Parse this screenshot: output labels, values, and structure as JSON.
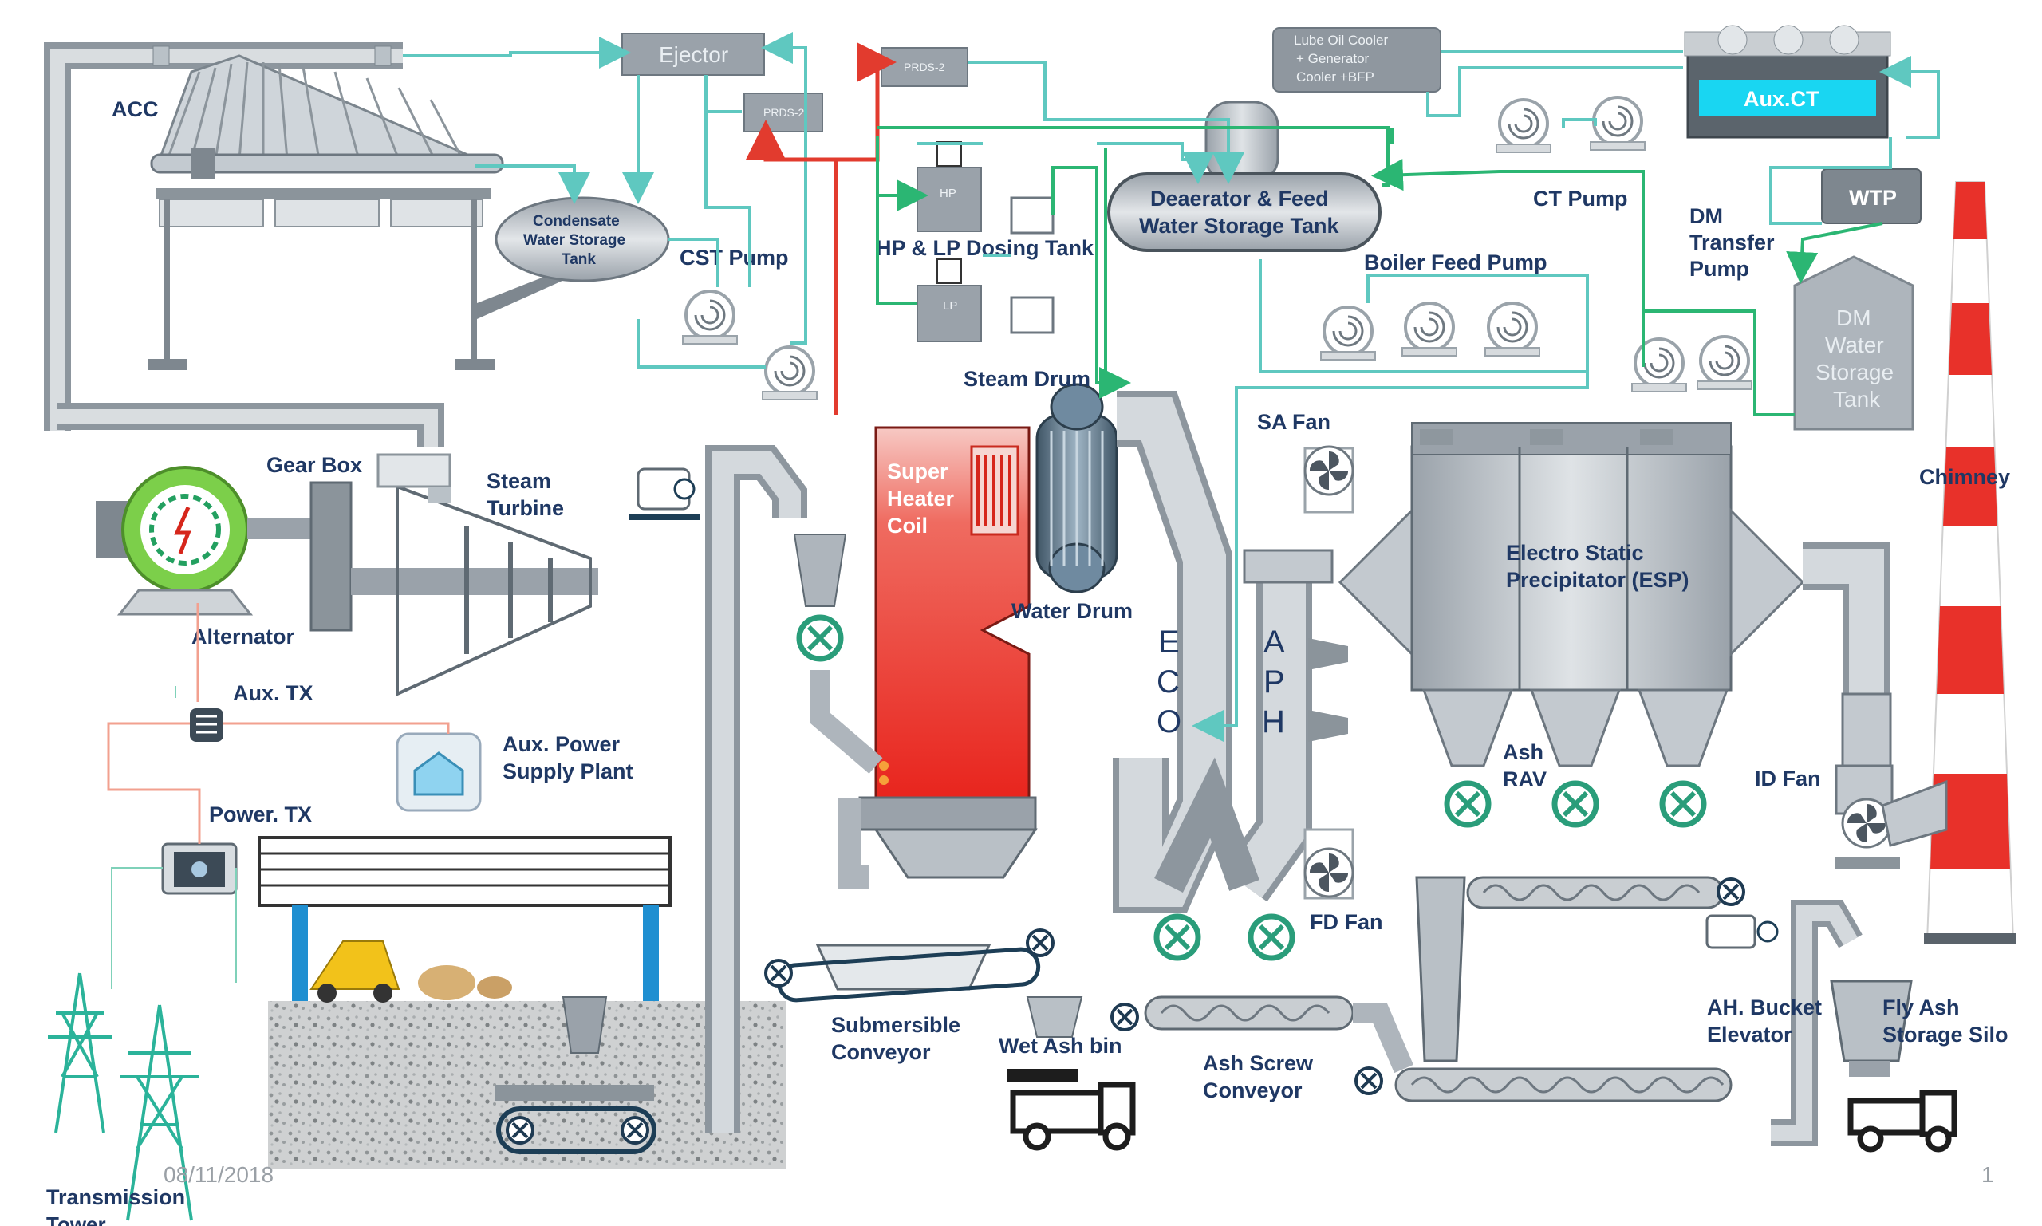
{
  "labels": {
    "acc": "ACC",
    "ejector": "Ejector",
    "prds_1": "PRDS-2",
    "prds_2": "PRDS-2",
    "lube_oil": [
      "Lube Oil Cooler",
      "+ Generator",
      "Cooler +BFP"
    ],
    "aux_ct": "Aux.CT",
    "condensate_tank": [
      "Condensate",
      "Water Storage",
      "Tank"
    ],
    "cst_pump": "CST Pump",
    "hp": "HP",
    "lp": "LP",
    "dosing_tank": "HP & LP Dosing Tank",
    "deaerator": [
      "Deaerator & Feed",
      "Water Storage Tank"
    ],
    "ct_pump": "CT Pump",
    "wtp": "WTP",
    "dm_transfer_pump": [
      "DM",
      "Transfer",
      "Pump"
    ],
    "boiler_feed_pump": "Boiler Feed Pump",
    "dm_water_tank": [
      "DM",
      "Water",
      "Storage",
      "Tank"
    ],
    "steam_drum": "Steam Drum",
    "sa_fan": "SA Fan",
    "chimney": "Chimney",
    "gear_box": "Gear Box",
    "steam_turbine": [
      "Steam",
      "Turbine"
    ],
    "super_heater": [
      "Super",
      "Heater",
      "Coil"
    ],
    "alternator": "Alternator",
    "water_drum": "Water Drum",
    "eco": [
      "E",
      "C",
      "O"
    ],
    "aph": [
      "A",
      "P",
      "H"
    ],
    "esp": [
      "Electro Static",
      "Precipitator (ESP)"
    ],
    "aux_tx": "Aux. TX",
    "aux_power": [
      "Aux. Power",
      "Supply  Plant"
    ],
    "ash_rav": [
      "Ash",
      "RAV"
    ],
    "id_fan": "ID Fan",
    "power_tx": "Power. TX",
    "fd_fan": "FD Fan",
    "submersible_conveyor": [
      "Submersible",
      "Conveyor"
    ],
    "wet_ash_bin": "Wet Ash bin",
    "ash_screw_conveyor": [
      "Ash Screw",
      "Conveyor"
    ],
    "ah_bucket_elevator": [
      "AH. Bucket",
      "Elevator"
    ],
    "fly_ash_silo": [
      "Fly Ash",
      "Storage Silo"
    ],
    "transmission_tower": [
      "Transmission",
      "Tower"
    ]
  },
  "footer": {
    "date": "08/11/2018",
    "page": "1"
  },
  "colors": {
    "label": "#1f3864",
    "green_pipe": "#2bb673",
    "teal_pipe": "#5fc8c0",
    "red_pipe": "#e23b2e",
    "furnace": "#e8312a",
    "chimney_red": "#e8312a",
    "equipment_grey": "#aeb5bc",
    "aux_ct_water": "#19d6f2"
  }
}
